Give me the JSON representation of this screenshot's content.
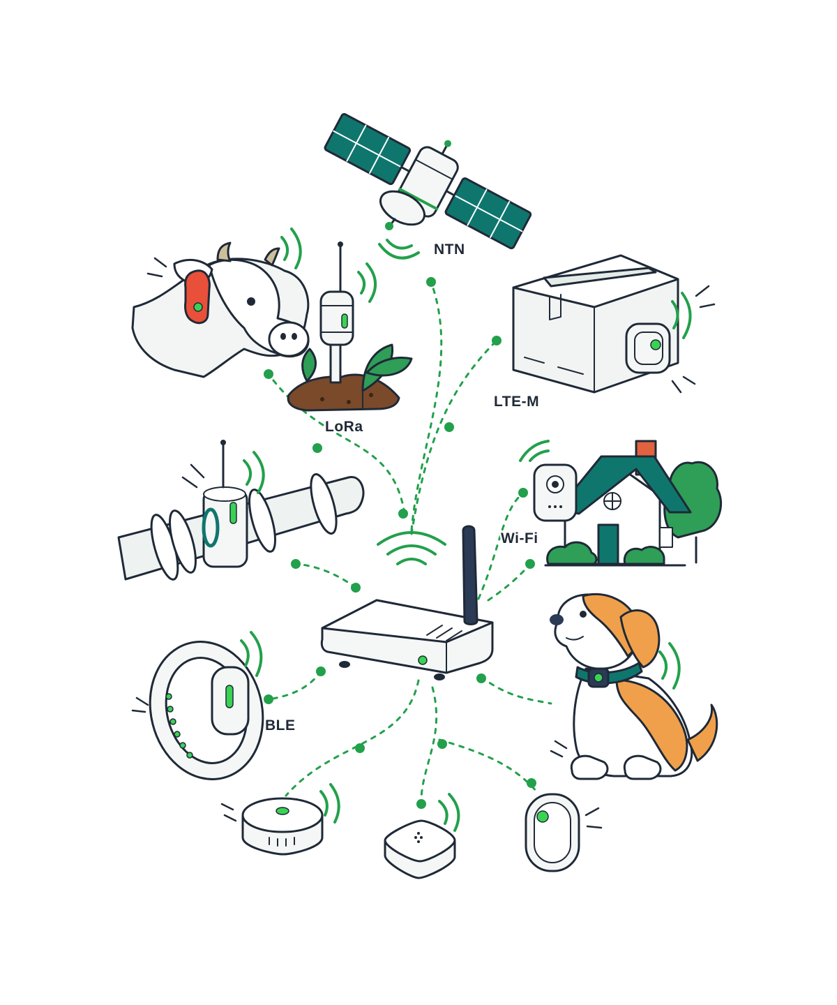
{
  "colors": {
    "accent_green": "#22a04b",
    "led_green": "#39d353",
    "panel_teal": "#0f766e",
    "outline": "#1f2937",
    "device_white": "#f4f7f5",
    "cow_tag": "#e8503a",
    "dog_patch": "#f0a04b",
    "chimney": "#e0623f",
    "soil": "#7a4a2a",
    "leaf": "#2f9e57"
  },
  "labels": {
    "ntn": "NTN",
    "lora": "LoRa",
    "lte_m": "LTE-M",
    "wifi": "Wi-Fi",
    "ble": "BLE"
  },
  "icons": [
    "satellite-icon",
    "cow-icon",
    "soil-sensor-icon",
    "package-icon",
    "pipeline-icon",
    "house-icon",
    "router-icon",
    "dog-icon",
    "wristband-icon",
    "puck-sensor-icon",
    "square-sensor-icon",
    "fob-sensor-icon"
  ]
}
